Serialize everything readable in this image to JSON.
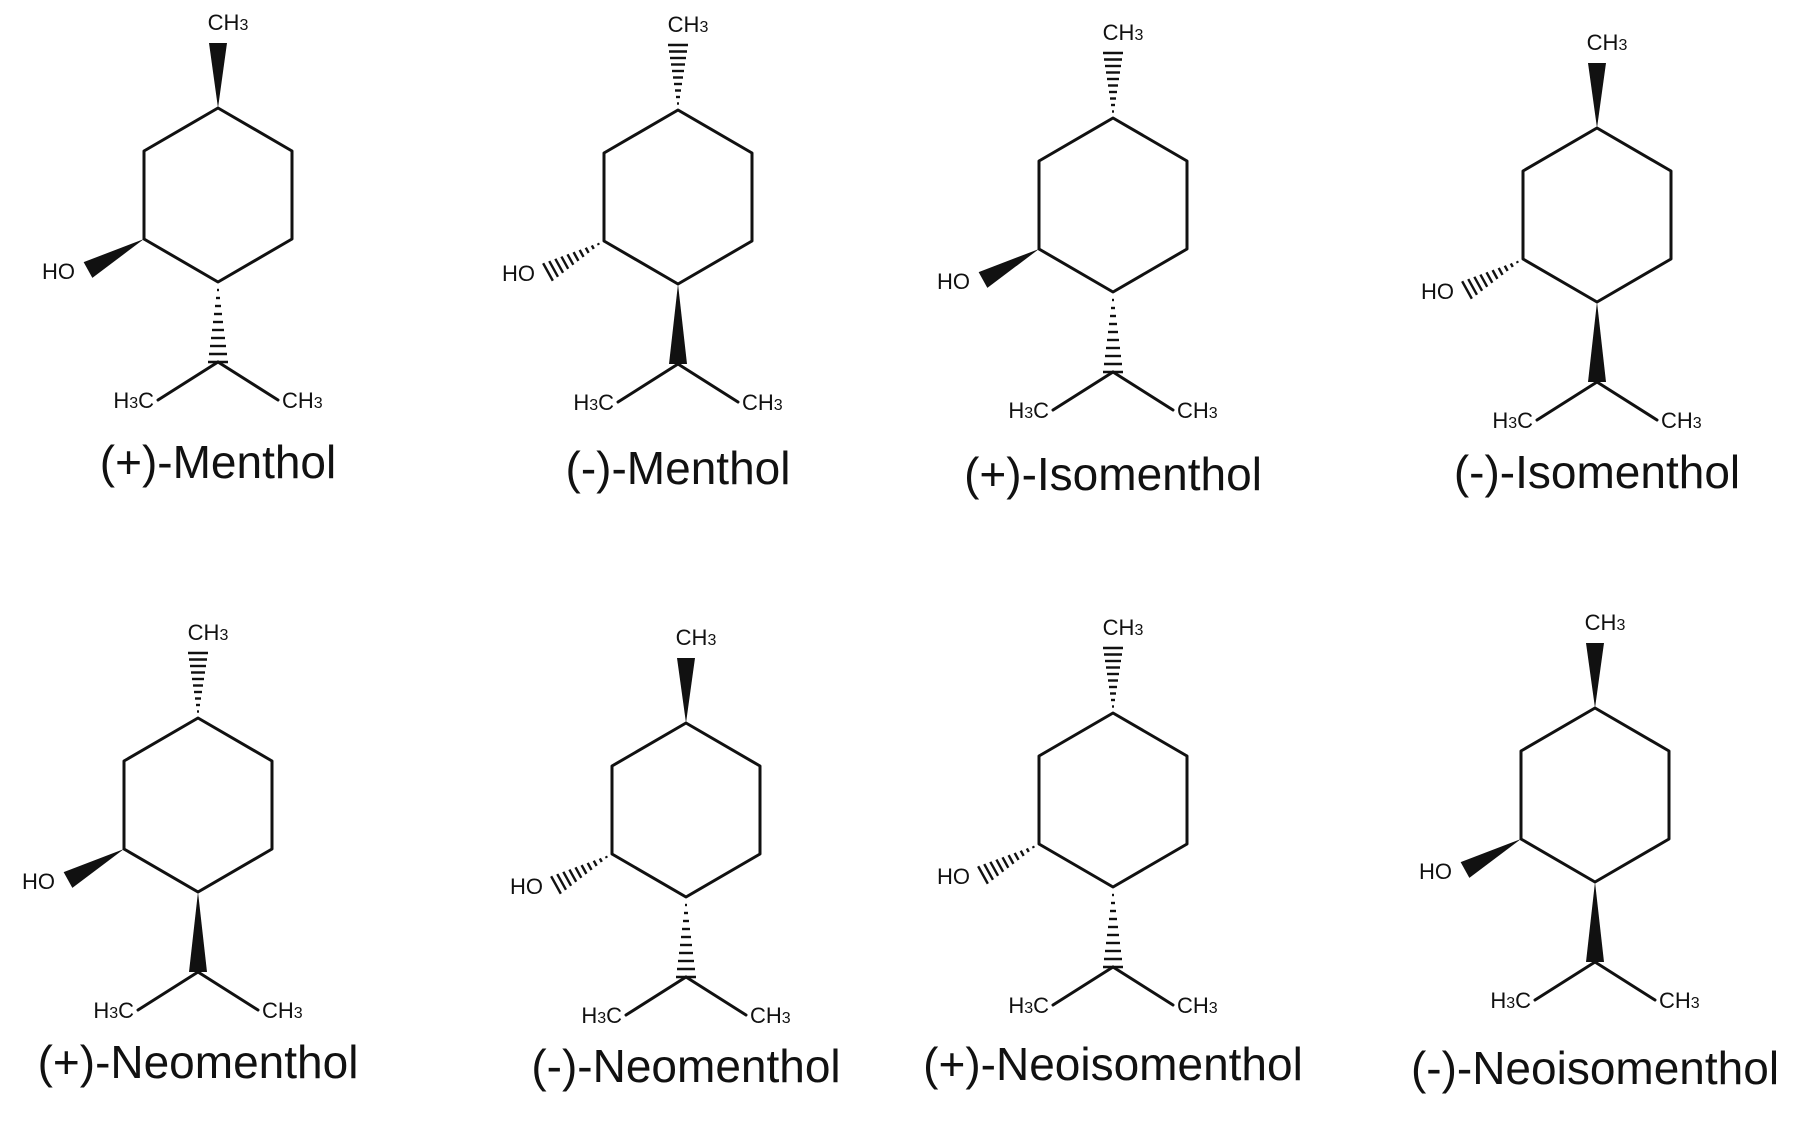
{
  "figure": {
    "molecules": [
      {
        "name": "(+)-Menthol",
        "methyl": "wedge",
        "hydroxyl": "wedge",
        "isopropyl": "hash"
      },
      {
        "name": "(-)-Menthol",
        "methyl": "hash",
        "hydroxyl": "hash",
        "isopropyl": "wedge"
      },
      {
        "name": "(+)-Isomenthol",
        "methyl": "hash",
        "hydroxyl": "wedge",
        "isopropyl": "hash"
      },
      {
        "name": "(-)-Isomenthol",
        "methyl": "wedge",
        "hydroxyl": "hash",
        "isopropyl": "wedge"
      },
      {
        "name": "(+)-Neomenthol",
        "methyl": "hash",
        "hydroxyl": "wedge",
        "isopropyl": "wedge"
      },
      {
        "name": "(-)-Neomenthol",
        "methyl": "wedge",
        "hydroxyl": "hash",
        "isopropyl": "hash"
      },
      {
        "name": "(+)-Neoisomenthol",
        "methyl": "hash",
        "hydroxyl": "hash",
        "isopropyl": "hash"
      },
      {
        "name": "(-)-Neoisomenthol",
        "methyl": "wedge",
        "hydroxyl": "wedge",
        "isopropyl": "wedge"
      }
    ],
    "atom_labels": {
      "methyl_carbon": "C",
      "methyl_hydrogen": "H",
      "methyl_subscript": "3",
      "hydroxyl": "HO"
    }
  }
}
